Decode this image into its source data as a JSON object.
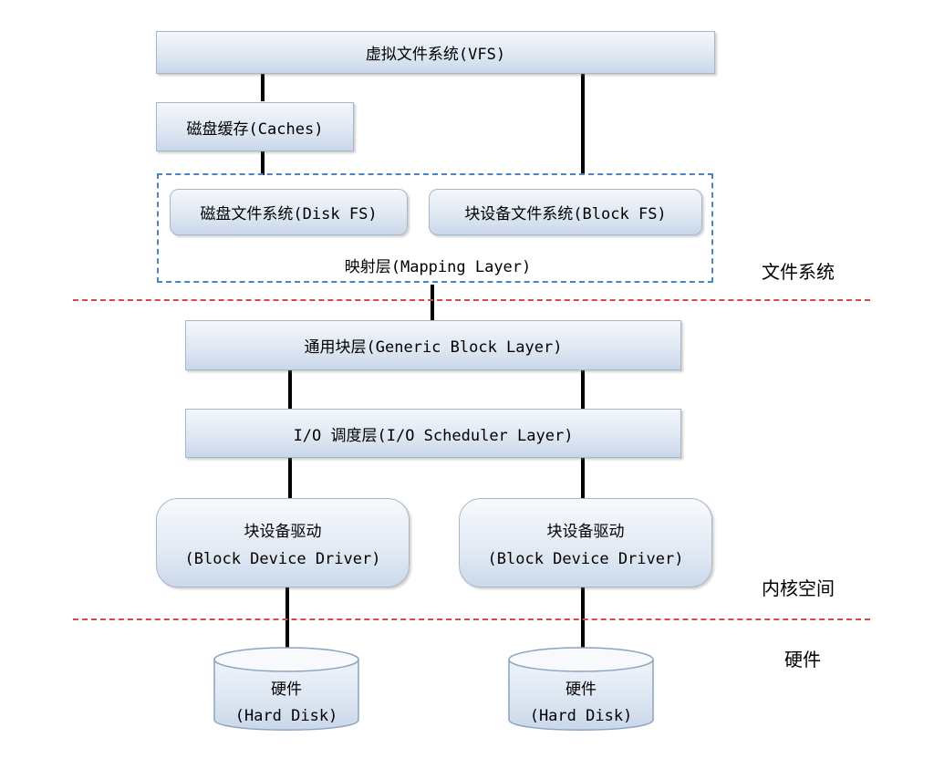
{
  "diagram": {
    "vfs": "虚拟文件系统(VFS)",
    "caches": "磁盘缓存(Caches)",
    "disk_fs": "磁盘文件系统(Disk FS)",
    "block_fs": "块设备文件系统(Block FS)",
    "mapping_layer": "映射层(Mapping Layer)",
    "generic_block_layer": "通用块层(Generic Block Layer)",
    "io_scheduler_layer": "I/O 调度层(I/O Scheduler Layer)",
    "driver_left": {
      "line1": "块设备驱动",
      "line2": "(Block Device Driver)"
    },
    "driver_right": {
      "line1": "块设备驱动",
      "line2": "(Block Device Driver)"
    },
    "hardware_left": {
      "line1": "硬件",
      "line2": "(Hard Disk)"
    },
    "hardware_right": {
      "line1": "硬件",
      "line2": "(Hard Disk)"
    }
  },
  "zones": {
    "file_system": "文件系统",
    "kernel_space": "内核空间",
    "hardware": "硬件"
  }
}
